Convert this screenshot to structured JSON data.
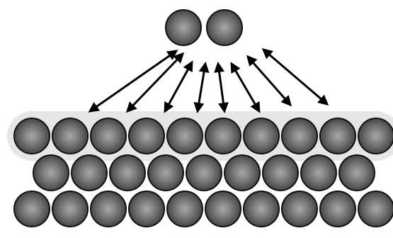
{
  "diagram": {
    "molecule": {
      "atom_count": 2
    },
    "surface": {
      "rows": [
        {
          "atom_count": 10
        },
        {
          "atom_count": 9
        },
        {
          "atom_count": 10
        }
      ],
      "highlight_color": "#e6e6e6"
    },
    "interactions": {
      "arrow_count": 8,
      "style": "double-headed",
      "color": "#000000"
    },
    "atom_colors": {
      "center": "#a8a8a8",
      "mid": "#6e6e6e",
      "edge": "#3a3a3a",
      "outline": "#111111"
    }
  }
}
